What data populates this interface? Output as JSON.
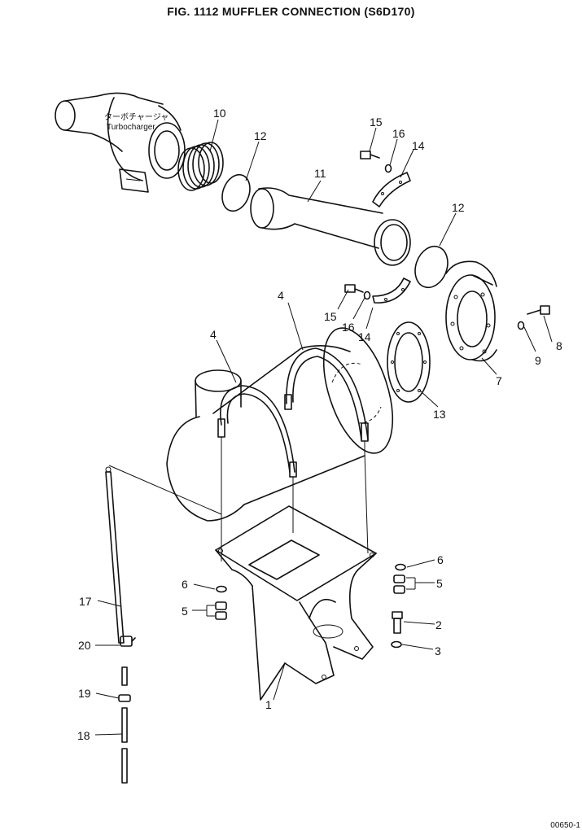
{
  "title": "FIG. 1112  MUFFLER CONNECTION (S6D170)",
  "turbo_label_jp": "ターボチャージャ",
  "turbo_label_en": "Turbocharger",
  "callouts": [
    {
      "id": "c1",
      "text": "1"
    },
    {
      "id": "c2",
      "text": "2"
    },
    {
      "id": "c3",
      "text": "3"
    },
    {
      "id": "c4a",
      "text": "4"
    },
    {
      "id": "c4b",
      "text": "4"
    },
    {
      "id": "c5a",
      "text": "5"
    },
    {
      "id": "c5b",
      "text": "5"
    },
    {
      "id": "c6a",
      "text": "6"
    },
    {
      "id": "c6b",
      "text": "6"
    },
    {
      "id": "c7",
      "text": "7"
    },
    {
      "id": "c8",
      "text": "8"
    },
    {
      "id": "c9",
      "text": "9"
    },
    {
      "id": "c10",
      "text": "10"
    },
    {
      "id": "c11",
      "text": "11"
    },
    {
      "id": "c12a",
      "text": "12"
    },
    {
      "id": "c12b",
      "text": "12"
    },
    {
      "id": "c13",
      "text": "13"
    },
    {
      "id": "c14a",
      "text": "14"
    },
    {
      "id": "c14b",
      "text": "14"
    },
    {
      "id": "c15a",
      "text": "15"
    },
    {
      "id": "c15b",
      "text": "15"
    },
    {
      "id": "c16a",
      "text": "16"
    },
    {
      "id": "c16b",
      "text": "16"
    },
    {
      "id": "c17",
      "text": "17"
    },
    {
      "id": "c18",
      "text": "18"
    },
    {
      "id": "c19",
      "text": "19"
    },
    {
      "id": "c20",
      "text": "20"
    }
  ],
  "figure_code": "00650-1"
}
